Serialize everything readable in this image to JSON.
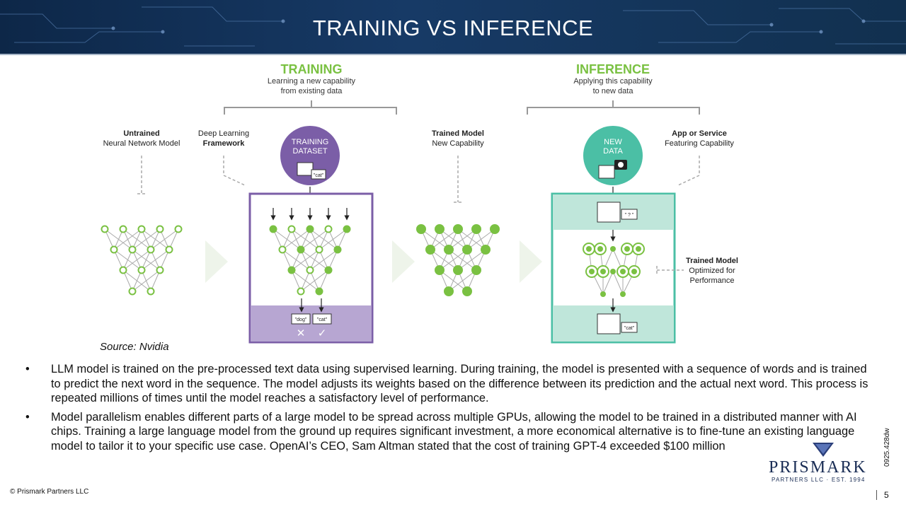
{
  "header": {
    "title": "TRAINING VS INFERENCE"
  },
  "diagram": {
    "training": {
      "heading": "TRAINING",
      "sub1": "Learning a new capability",
      "sub2": "from existing data"
    },
    "inference": {
      "heading": "INFERENCE",
      "sub1": "Applying this capability",
      "sub2": "to new data"
    },
    "untrained": {
      "line1": "Untrained",
      "line2": "Neural Network Model"
    },
    "framework": {
      "line1": "Deep Learning",
      "line2": "Framework"
    },
    "dataset": {
      "line1": "TRAINING",
      "line2": "DATASET",
      "tag": "\"cat\""
    },
    "trained_model": {
      "line1": "Trained Model",
      "line2": "New Capability"
    },
    "new_data": {
      "line1": "NEW",
      "line2": "DATA",
      "tag": "\" ? \""
    },
    "app": {
      "line1": "App or Service",
      "line2": "Featuring Capability"
    },
    "outputs": {
      "dog": "\"dog\"",
      "cat": "\"cat\"",
      "wrong": "✕",
      "right": "✓"
    },
    "inference_output": "\"cat\"",
    "optimized": {
      "line1": "Trained Model",
      "line2": "Optimized for",
      "line3": "Performance"
    }
  },
  "source": "Source: Nvidia",
  "bullets": [
    "LLM model is trained on the pre-processed text data using supervised learning. During training, the model is presented with a sequence of words and is trained to predict the next word in the sequence. The model adjusts its weights based on the difference between its prediction and the actual next word. This process is repeated millions of times until the model reaches a satisfactory level of performance.",
    "Model parallelism enables different parts of a large model to be spread across multiple GPUs, allowing the model to be trained in a distributed manner with AI chips. Training a large language model from the ground up requires significant investment, a more economical alternative is to fine-tune an existing language model to tailor it to your specific use case. OpenAI’s CEO, Sam Altman stated that the cost of training GPT-4 exceeded $100 million"
  ],
  "footer": {
    "copyright": "© Prismark Partners LLC",
    "code": "0925.428dw",
    "logo_word": "PRISMARK",
    "logo_sub": "PARTNERS LLC · EST. 1994",
    "page": "5"
  },
  "colors": {
    "green": "#7ac142",
    "purple": "#7b5ea7",
    "teal": "#4bbfa5",
    "banner": "#173a66"
  }
}
